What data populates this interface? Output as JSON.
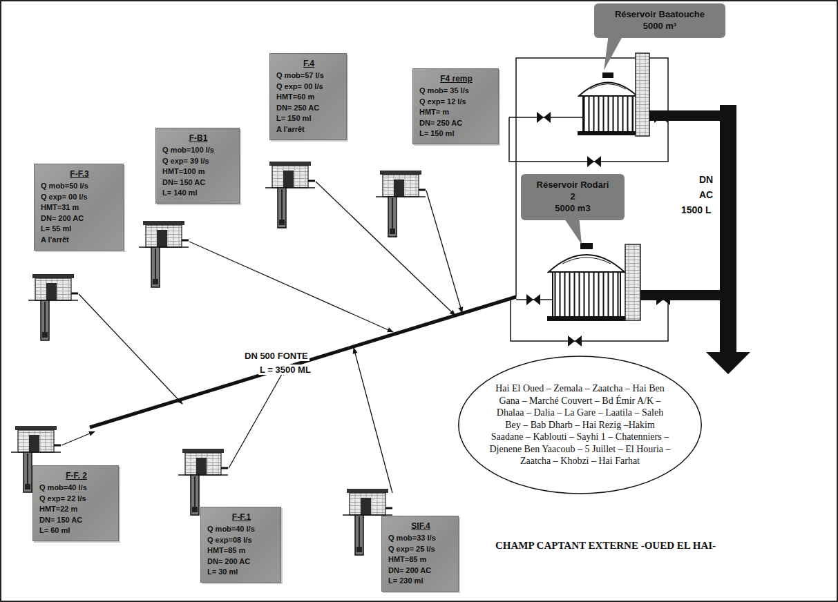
{
  "diagram": {
    "title": "CHAMP CAPTANT EXTERNE -OUED EL HAI-",
    "nodes": [
      {
        "text": [
          "F-F.3",
          "Q mob=50 l/s",
          "Q exp= 00 l/s",
          "HMT=31 m",
          "DN= 200 AC",
          "L= 55 ml",
          "A l'arrêt"
        ]
      },
      {
        "text": [
          "F-B1",
          "Q mob=100 l/s",
          "Q exp= 39 l/s",
          "HMT=100 m",
          "DN= 150 AC",
          "L= 140 ml"
        ]
      },
      {
        "text": [
          "F.4",
          "Q mob=57 l/s",
          "Q exp= 00 l/s",
          "HMT=60 m",
          "DN= 250 AC",
          "L= 150 ml",
          "A l'arrêt"
        ]
      },
      {
        "text": [
          "F4 remp",
          "Q mob= 35 l/s",
          "Q exp= 12 l/s",
          "HMT= m",
          "DN= 250 AC",
          "L= 150 ml"
        ]
      },
      {
        "text": [
          "Réservoir Baatouche",
          "5000 m³"
        ]
      },
      {
        "text": [
          "Réservoir Rodari",
          "2",
          "5000 m3"
        ]
      },
      {
        "text": [
          "Hai El Oued – Zemala – Zaatcha – Hai Ben Gana – Marché Couvert – Bd Émir A/K – Dhalaa – Dalia – La Gare – Laatila – Saleh Bey – Bab Dharb – Hai Rezig –Hakim Saadane – Kablouti – Sayhi 1 – Chatenniers – Djenene Ben Yaacoub – 5 Juillet – El Houria – Zaatcha – Khobzi – Hai Farhat"
        ]
      },
      {
        "text": [
          "F-F. 2",
          "Q mob=40 l/s",
          "Q exp= 22 l/s",
          "HMT=22 m",
          "DN= 150 AC",
          "L= 60 ml"
        ]
      },
      {
        "text": [
          "F-F.1",
          "Q mob=40 l/s",
          "Q exp=08 l/s",
          "HMT=85 m",
          "DN= 200 AC",
          "L= 30 ml"
        ]
      },
      {
        "text": [
          "SIF.4",
          "Q mob=33 l/s",
          "Q exp= 25 l/s",
          "HMT=85 m",
          "DN= 200 AC",
          "L= 230 ml"
        ]
      }
    ],
    "labels": [
      "DN 500 FONTE",
      "L = 3500 ML",
      "DN",
      "AC",
      "1500 L"
    ]
  }
}
